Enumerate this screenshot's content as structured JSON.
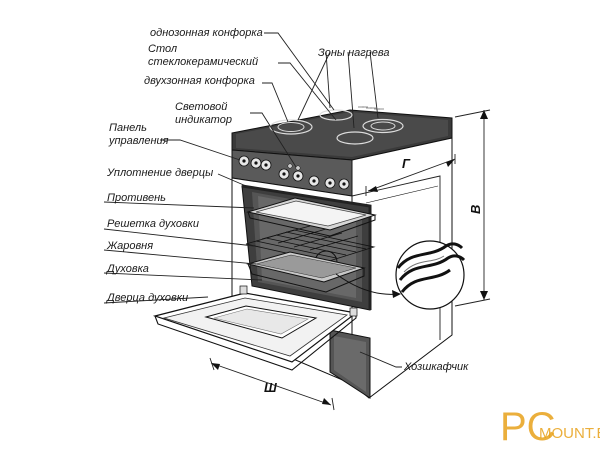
{
  "labels": {
    "single_zone_burner": "однозонная конфорка",
    "glass_ceramic_table_line1": "Стол",
    "glass_ceramic_table_line2": "стеклокерамический",
    "double_zone_burner": "двухзонная конфорка",
    "light_indicator_line1": "Световой",
    "light_indicator_line2": "индикатор",
    "control_panel_line1": "Панель",
    "control_panel_line2": "управления",
    "heating_zones": "Зоны нагрева",
    "door_seal": "Уплотнение дверцы",
    "baking_tray": "Противень",
    "oven_rack": "Решетка духовки",
    "roasting_pan": "Жаровня",
    "oven": "Духовка",
    "oven_door": "Дверца духовки",
    "storage_drawer": "Хозшкафчик"
  },
  "dimensions": {
    "depth": "Г",
    "height": "В",
    "width": "Ш"
  },
  "watermark": {
    "brand": "PC",
    "site": "MOUNT.BY"
  }
}
